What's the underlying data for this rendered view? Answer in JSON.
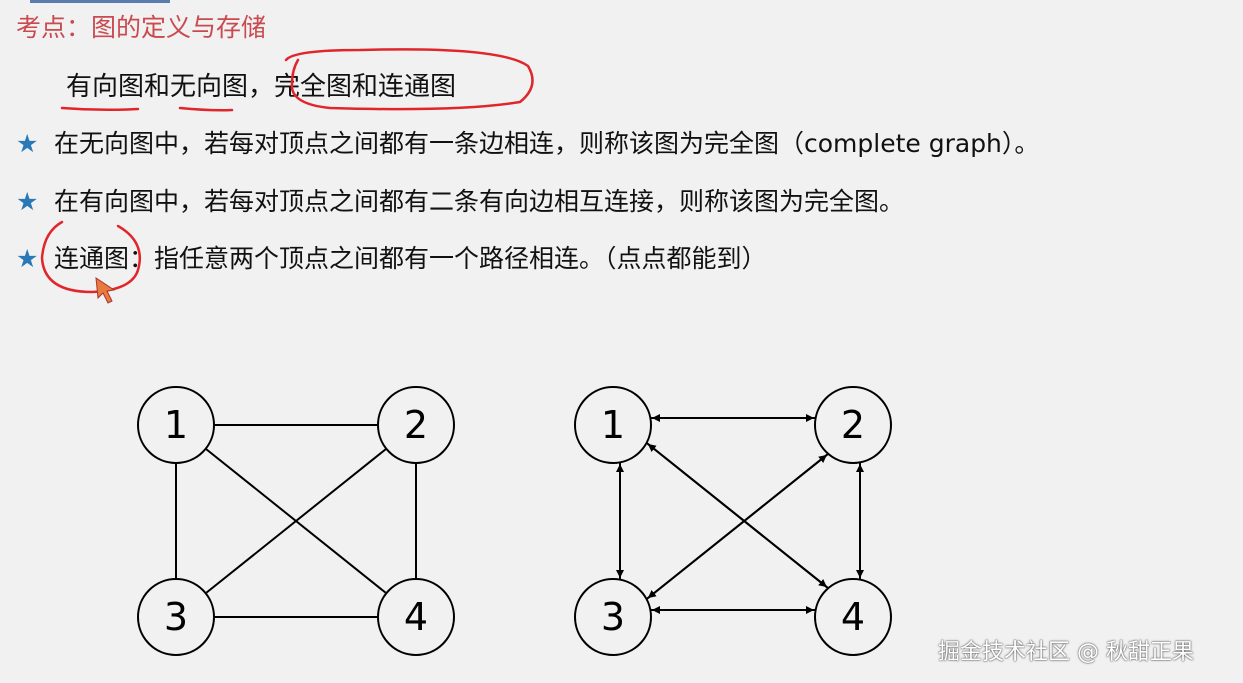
{
  "title": "考点：图的定义与存储",
  "subtitle": "有向图和无向图，完全图和连通图",
  "bullets": [
    {
      "icon": "star-icon",
      "text": "在无向图中，若每对顶点之间都有一条边相连，则称该图为完全图（complete graph）。"
    },
    {
      "icon": "star-icon",
      "text": "在有向图中，若每对顶点之间都有二条有向边相互连接，则称该图为完全图。"
    },
    {
      "icon": "star-icon",
      "text": "连通图：指任意两个顶点之间都有一个路径相连。（点点都能到）"
    }
  ],
  "colors": {
    "title": "#c94a4f",
    "star": "#2a78b6",
    "annotation": "#e0262b"
  },
  "undirected_graph": {
    "nodes": [
      "1",
      "2",
      "3",
      "4"
    ],
    "edges": [
      [
        "1",
        "2"
      ],
      [
        "1",
        "3"
      ],
      [
        "1",
        "4"
      ],
      [
        "2",
        "3"
      ],
      [
        "2",
        "4"
      ],
      [
        "3",
        "4"
      ]
    ]
  },
  "directed_graph": {
    "nodes": [
      "1",
      "2",
      "3",
      "4"
    ],
    "edges": [
      [
        "1",
        "2"
      ],
      [
        "2",
        "1"
      ],
      [
        "1",
        "3"
      ],
      [
        "3",
        "1"
      ],
      [
        "1",
        "4"
      ],
      [
        "4",
        "1"
      ],
      [
        "2",
        "3"
      ],
      [
        "3",
        "2"
      ],
      [
        "2",
        "4"
      ],
      [
        "4",
        "2"
      ],
      [
        "3",
        "4"
      ],
      [
        "4",
        "3"
      ]
    ]
  },
  "watermark": "掘金技术社区 @ 秋甜正果"
}
